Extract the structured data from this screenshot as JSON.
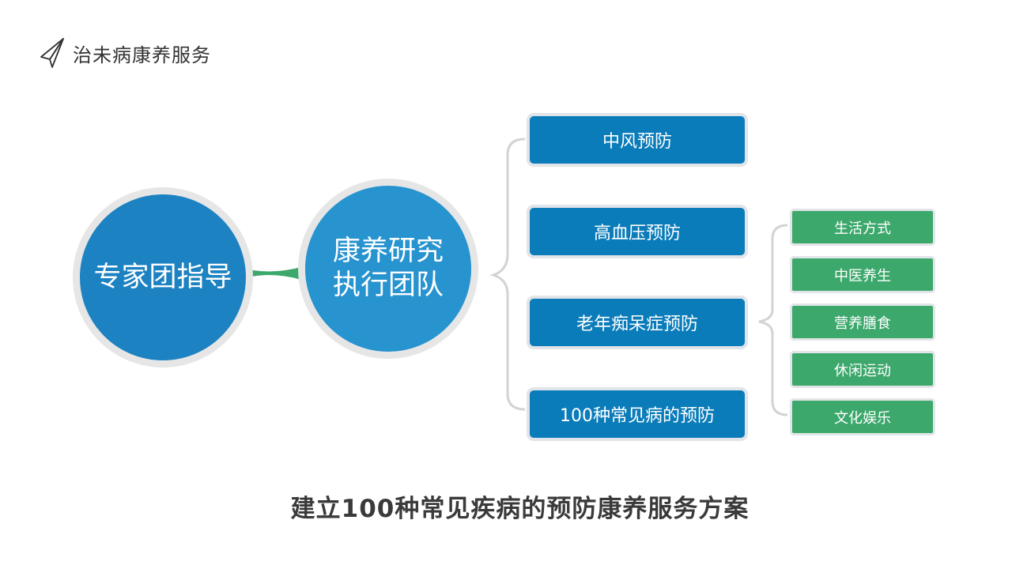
{
  "header": {
    "title": "治未病康养服务",
    "icon": "paper-plane-icon"
  },
  "circles": {
    "left": {
      "line1": "专家团指导"
    },
    "right": {
      "line1": "康养研究",
      "line2": "执行团队"
    }
  },
  "prevention": [
    {
      "label": "中风预防"
    },
    {
      "label": "高血压预防"
    },
    {
      "label": "老年痴呆症预防"
    },
    {
      "label": "100种常见病的预防"
    }
  ],
  "services": [
    {
      "label": "生活方式"
    },
    {
      "label": "中医养生"
    },
    {
      "label": "营养膳食"
    },
    {
      "label": "休闲运动"
    },
    {
      "label": "文化娱乐"
    }
  ],
  "footer": {
    "text": "建立100种常见疾病的预防康养服务方案"
  },
  "colors": {
    "circle_left": "#1c82c2",
    "circle_right": "#2793cf",
    "connector_green": "#3da86c",
    "blue_box": "#0b7cba",
    "green_box": "#3da86c",
    "box_border": "#e1e4e8",
    "bracket_gray": "#d3d3d3"
  }
}
